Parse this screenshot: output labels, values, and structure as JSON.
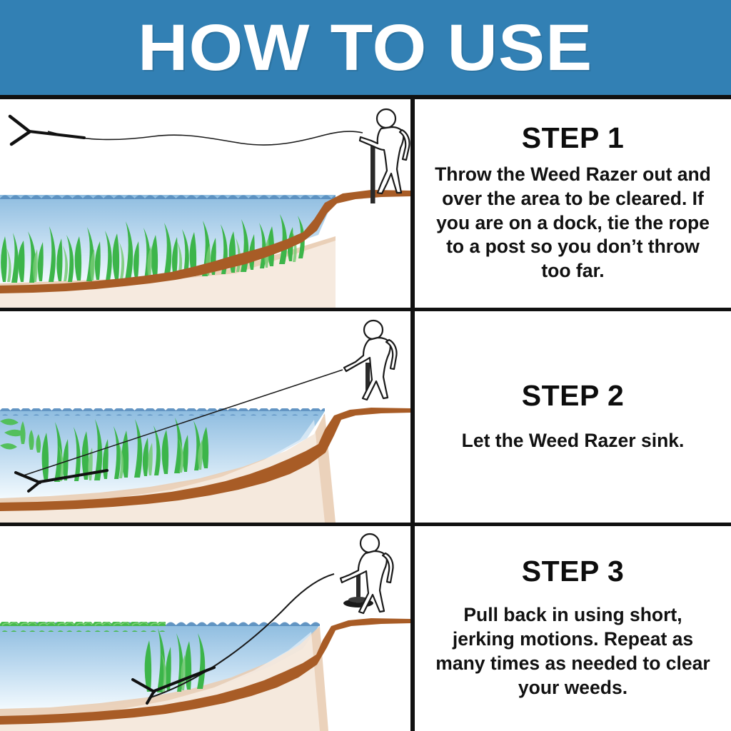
{
  "header": {
    "title": "HOW TO USE",
    "background_color": "#3280b4",
    "text_color": "#ffffff"
  },
  "palette": {
    "banner_blue": "#3280b4",
    "water_top": "#9cc4e4",
    "water_bottom": "#f4fbff",
    "wave_crest": "#5a8fc0",
    "weed_green": "#3cb54a",
    "weed_green_light": "#6ecb6a",
    "bank_brown": "#a85c26",
    "sediment_tan": "#e3c3a8",
    "outline_black": "#111111",
    "figure_fill": "#ffffff"
  },
  "steps": [
    {
      "id": "step-1",
      "title": "STEP 1",
      "body": "Throw the Weed Razer out and over the area to be cleared. If you are on a dock, tie the rope to a post so you don’t throw too far.",
      "illustration": {
        "name": "throwing-weed-razer-illustration",
        "elements": [
          "weed-razer-tool-in-air",
          "rope-line",
          "person-figure-throwing",
          "dock-post",
          "water-surface",
          "submerged-weeds",
          "lake-bed-slope"
        ]
      }
    },
    {
      "id": "step-2",
      "title": "STEP 2",
      "body": "Let the Weed Razer sink.",
      "illustration": {
        "name": "weed-razer-sinking-illustration",
        "elements": [
          "weed-razer-tool-on-bottom",
          "taut-rope-line",
          "person-figure-standing",
          "dock-post",
          "water-surface",
          "submerged-weeds",
          "floating-cut-weeds",
          "lake-bed-slope"
        ]
      }
    },
    {
      "id": "step-3",
      "title": "STEP 3",
      "body": "Pull back in using short, jerking motions. Repeat as many times as needed to clear your weeds.",
      "illustration": {
        "name": "pulling-weed-razer-illustration",
        "elements": [
          "weed-razer-tool-cutting",
          "curved-rope-line",
          "person-figure-pulling",
          "rope-reel",
          "water-surface",
          "cleared-weed-mat-at-surface",
          "remaining-weeds",
          "lake-bed-slope"
        ]
      }
    }
  ]
}
